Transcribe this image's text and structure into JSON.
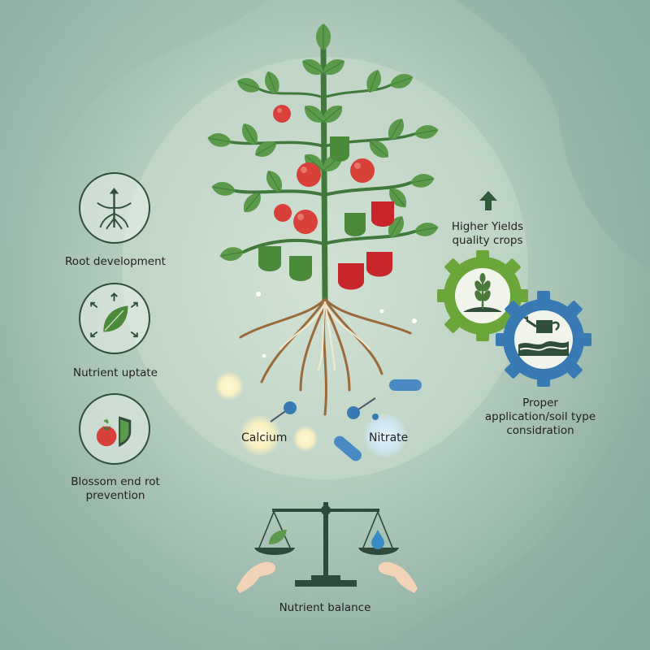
{
  "benefits": [
    {
      "label": "Root development",
      "icon": "root-icon"
    },
    {
      "label": "Nutrient uptate",
      "icon": "leaf-arrows-icon"
    },
    {
      "label": "Blossom end rot",
      "label2": "prevention",
      "icon": "tomato-shield-icon"
    }
  ],
  "nutrients": {
    "calcium": "Calcium",
    "nitrate": "Nitrate"
  },
  "yields": {
    "line1": "Higher Yields",
    "line2": "quality crops",
    "icon": "up-arrow-icon"
  },
  "application": {
    "line1": "Proper",
    "line2": "application/soil type",
    "line3": "considration",
    "icons": [
      "wheat-gear-icon",
      "watering-can-gear-icon"
    ]
  },
  "balance": {
    "label": "Nutrient balance",
    "icon": "scale-icon"
  },
  "colors": {
    "leaf": "#5a9a4a",
    "stem": "#3f7a3a",
    "tomato": "#d8403a",
    "pepper_red": "#c8262a",
    "pepper_green": "#4a8a3a",
    "gear_green": "#6aa63a",
    "gear_blue": "#3a7ab4",
    "dark": "#2f4f3a"
  }
}
